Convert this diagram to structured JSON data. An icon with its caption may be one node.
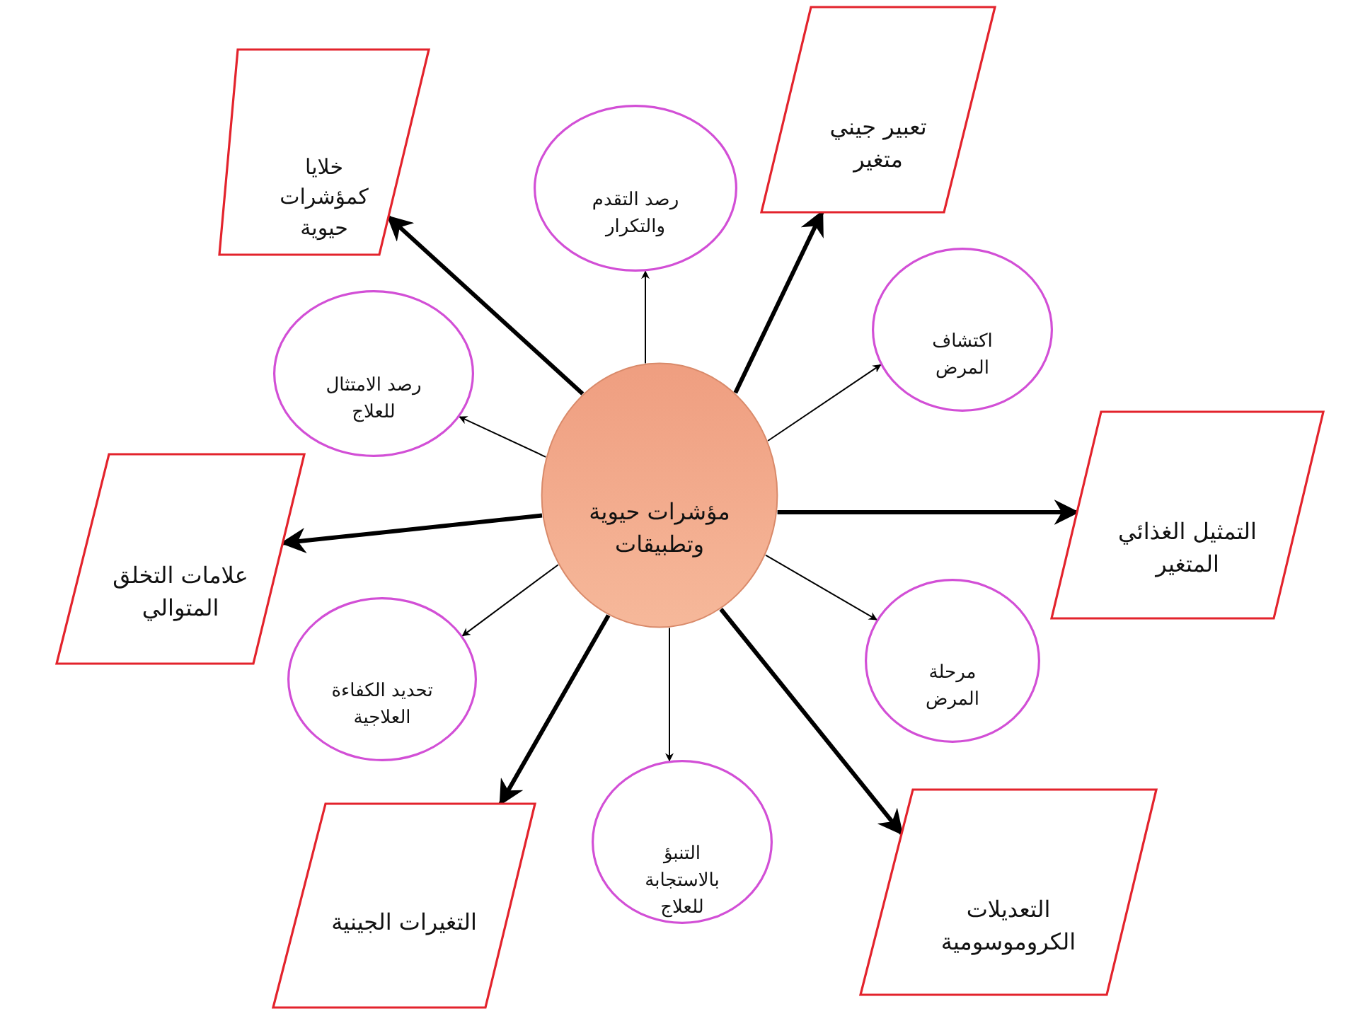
{
  "diagram": {
    "nodes": [
      {
        "text": [
          "مؤشرات حيوية وتطبيقات"
        ]
      },
      {
        "text": [
          "خلايا كمؤشرات حيوية"
        ]
      },
      {
        "text": [
          "رصد التقدم والتكرار"
        ]
      },
      {
        "text": [
          "تعبير جيني متغير"
        ]
      },
      {
        "text": [
          "اكتشاف المرض"
        ]
      },
      {
        "text": [
          "رصد الامتثال للعلاج"
        ]
      },
      {
        "text": [
          "علامات التخلق المتوالي"
        ]
      },
      {
        "text": [
          "التمثيل الغذائي المتغير"
        ]
      },
      {
        "text": [
          "تحديد الكفاءة العلاجية"
        ]
      },
      {
        "text": [
          "مرحلة المرض"
        ]
      },
      {
        "text": [
          "التغيرات الجينية"
        ]
      },
      {
        "text": [
          "التنبؤ بالاستجابة للعلاج"
        ]
      },
      {
        "text": [
          "التعديلات الكروموسومية"
        ]
      }
    ],
    "edges": [
      {
        "from": 0,
        "to": 1,
        "arrow": "to",
        "style": "thick"
      },
      {
        "from": 0,
        "to": 2,
        "arrow": "to"
      },
      {
        "from": 0,
        "to": 3,
        "arrow": "to",
        "style": "thick"
      },
      {
        "from": 0,
        "to": 4,
        "arrow": "to"
      },
      {
        "from": 0,
        "to": 5,
        "arrow": "to"
      },
      {
        "from": 0,
        "to": 6,
        "arrow": "to",
        "style": "thick"
      },
      {
        "from": 0,
        "to": 7,
        "arrow": "to",
        "style": "thick"
      },
      {
        "from": 0,
        "to": 8,
        "arrow": "to"
      },
      {
        "from": 0,
        "to": 9,
        "arrow": "to"
      },
      {
        "from": 0,
        "to": 10,
        "arrow": "to",
        "style": "thick"
      },
      {
        "from": 0,
        "to": 11,
        "arrow": "to"
      },
      {
        "from": 0,
        "to": 12,
        "arrow": "to",
        "style": "thick"
      }
    ]
  }
}
